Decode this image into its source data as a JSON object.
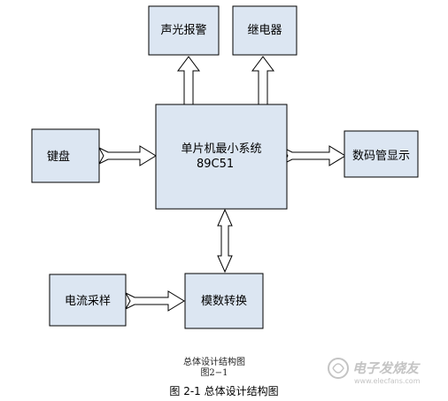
{
  "blocks": {
    "alarm": "声光报警",
    "relay": "继电器",
    "keyboard": "键盘",
    "mcu_line1": "单片机最小系统",
    "mcu_line2": "89C51",
    "display": "数码管显示",
    "current_sampling": "电流采样",
    "adc": "模数转换"
  },
  "captions": {
    "inner_title": "总体设计结构图",
    "inner_label": "图2−1",
    "figure_caption": "图 2-1 总体设计结构图"
  },
  "watermark": {
    "text": "电子发烧友",
    "url": "www.elecfans.com"
  },
  "colors": {
    "block_fill": "#dce6f2",
    "stroke": "#000000",
    "arrow_fill": "#ffffff"
  }
}
